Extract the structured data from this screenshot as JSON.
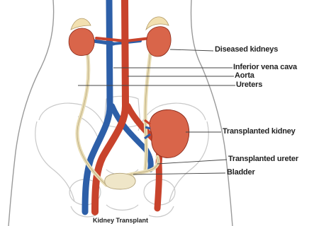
{
  "labels": {
    "diseased_kidneys": "Diseased kidneys",
    "inferior_vena_cava": "Inferior vena cava",
    "aorta": "Aorta",
    "ureters": "Ureters",
    "transplanted_kidney": "Transplanted kidney",
    "transplanted_ureter": "Transplanted ureter",
    "bladder": "Bladder"
  },
  "caption": "Kidney Transplant",
  "colors": {
    "aorta": "#c8432c",
    "vena_cava": "#2d5fa8",
    "kidney": "#d9654a",
    "adrenal": "#f2e0b0",
    "ureter": "#efe6c8",
    "body_outline": "#9a9a9a",
    "bone_outline": "#c8c8c8",
    "leader_line": "#444444"
  }
}
